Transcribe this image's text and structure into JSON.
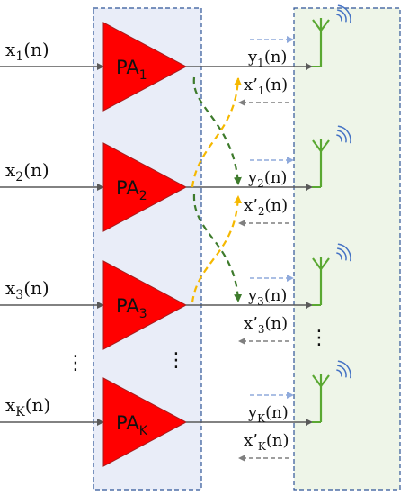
{
  "colors": {
    "pa_fill": "#ff0000",
    "pa_box_fill": "#e9edf8",
    "pa_box_border": "#2f5597",
    "antenna_box_fill": "#eef5e8",
    "antenna_box_border": "#2f5597",
    "antenna": "#5aa832",
    "signal_wave": "#4472c4",
    "green_dash": "#3e7b2c",
    "yellow_dash": "#f5b800",
    "wire": "#595959",
    "gray_dash": "#7f7f7f",
    "blue_dash": "#8faadc"
  },
  "rows": [
    {
      "input": {
        "base": "x",
        "sub": "1",
        "suffix": "(n)"
      },
      "pa": {
        "base": "PA",
        "sub": "1"
      },
      "output": {
        "base": "y",
        "sub": "1",
        "suffix": "(n)"
      },
      "coupled": {
        "base": "x’",
        "sub": "1",
        "suffix": "(n)"
      }
    },
    {
      "input": {
        "base": "x",
        "sub": "2",
        "suffix": "(n)"
      },
      "pa": {
        "base": "PA",
        "sub": "2"
      },
      "output": {
        "base": "y",
        "sub": "2",
        "suffix": "(n)"
      },
      "coupled": {
        "base": "x’",
        "sub": "2",
        "suffix": "(n)"
      }
    },
    {
      "input": {
        "base": "x",
        "sub": "3",
        "suffix": "(n)"
      },
      "pa": {
        "base": "PA",
        "sub": "3"
      },
      "output": {
        "base": "y",
        "sub": "3",
        "suffix": "(n)"
      },
      "coupled": {
        "base": "x’",
        "sub": "3",
        "suffix": "(n)"
      }
    },
    {
      "input": {
        "base": "x",
        "sub": "K",
        "suffix": "(n)"
      },
      "pa": {
        "base": "PA",
        "sub": "K"
      },
      "output": {
        "base": "y",
        "sub": "K",
        "suffix": "(n)"
      },
      "coupled": {
        "base": "x’",
        "sub": "K",
        "suffix": "(n)"
      }
    }
  ],
  "ellipsis": "⋮"
}
